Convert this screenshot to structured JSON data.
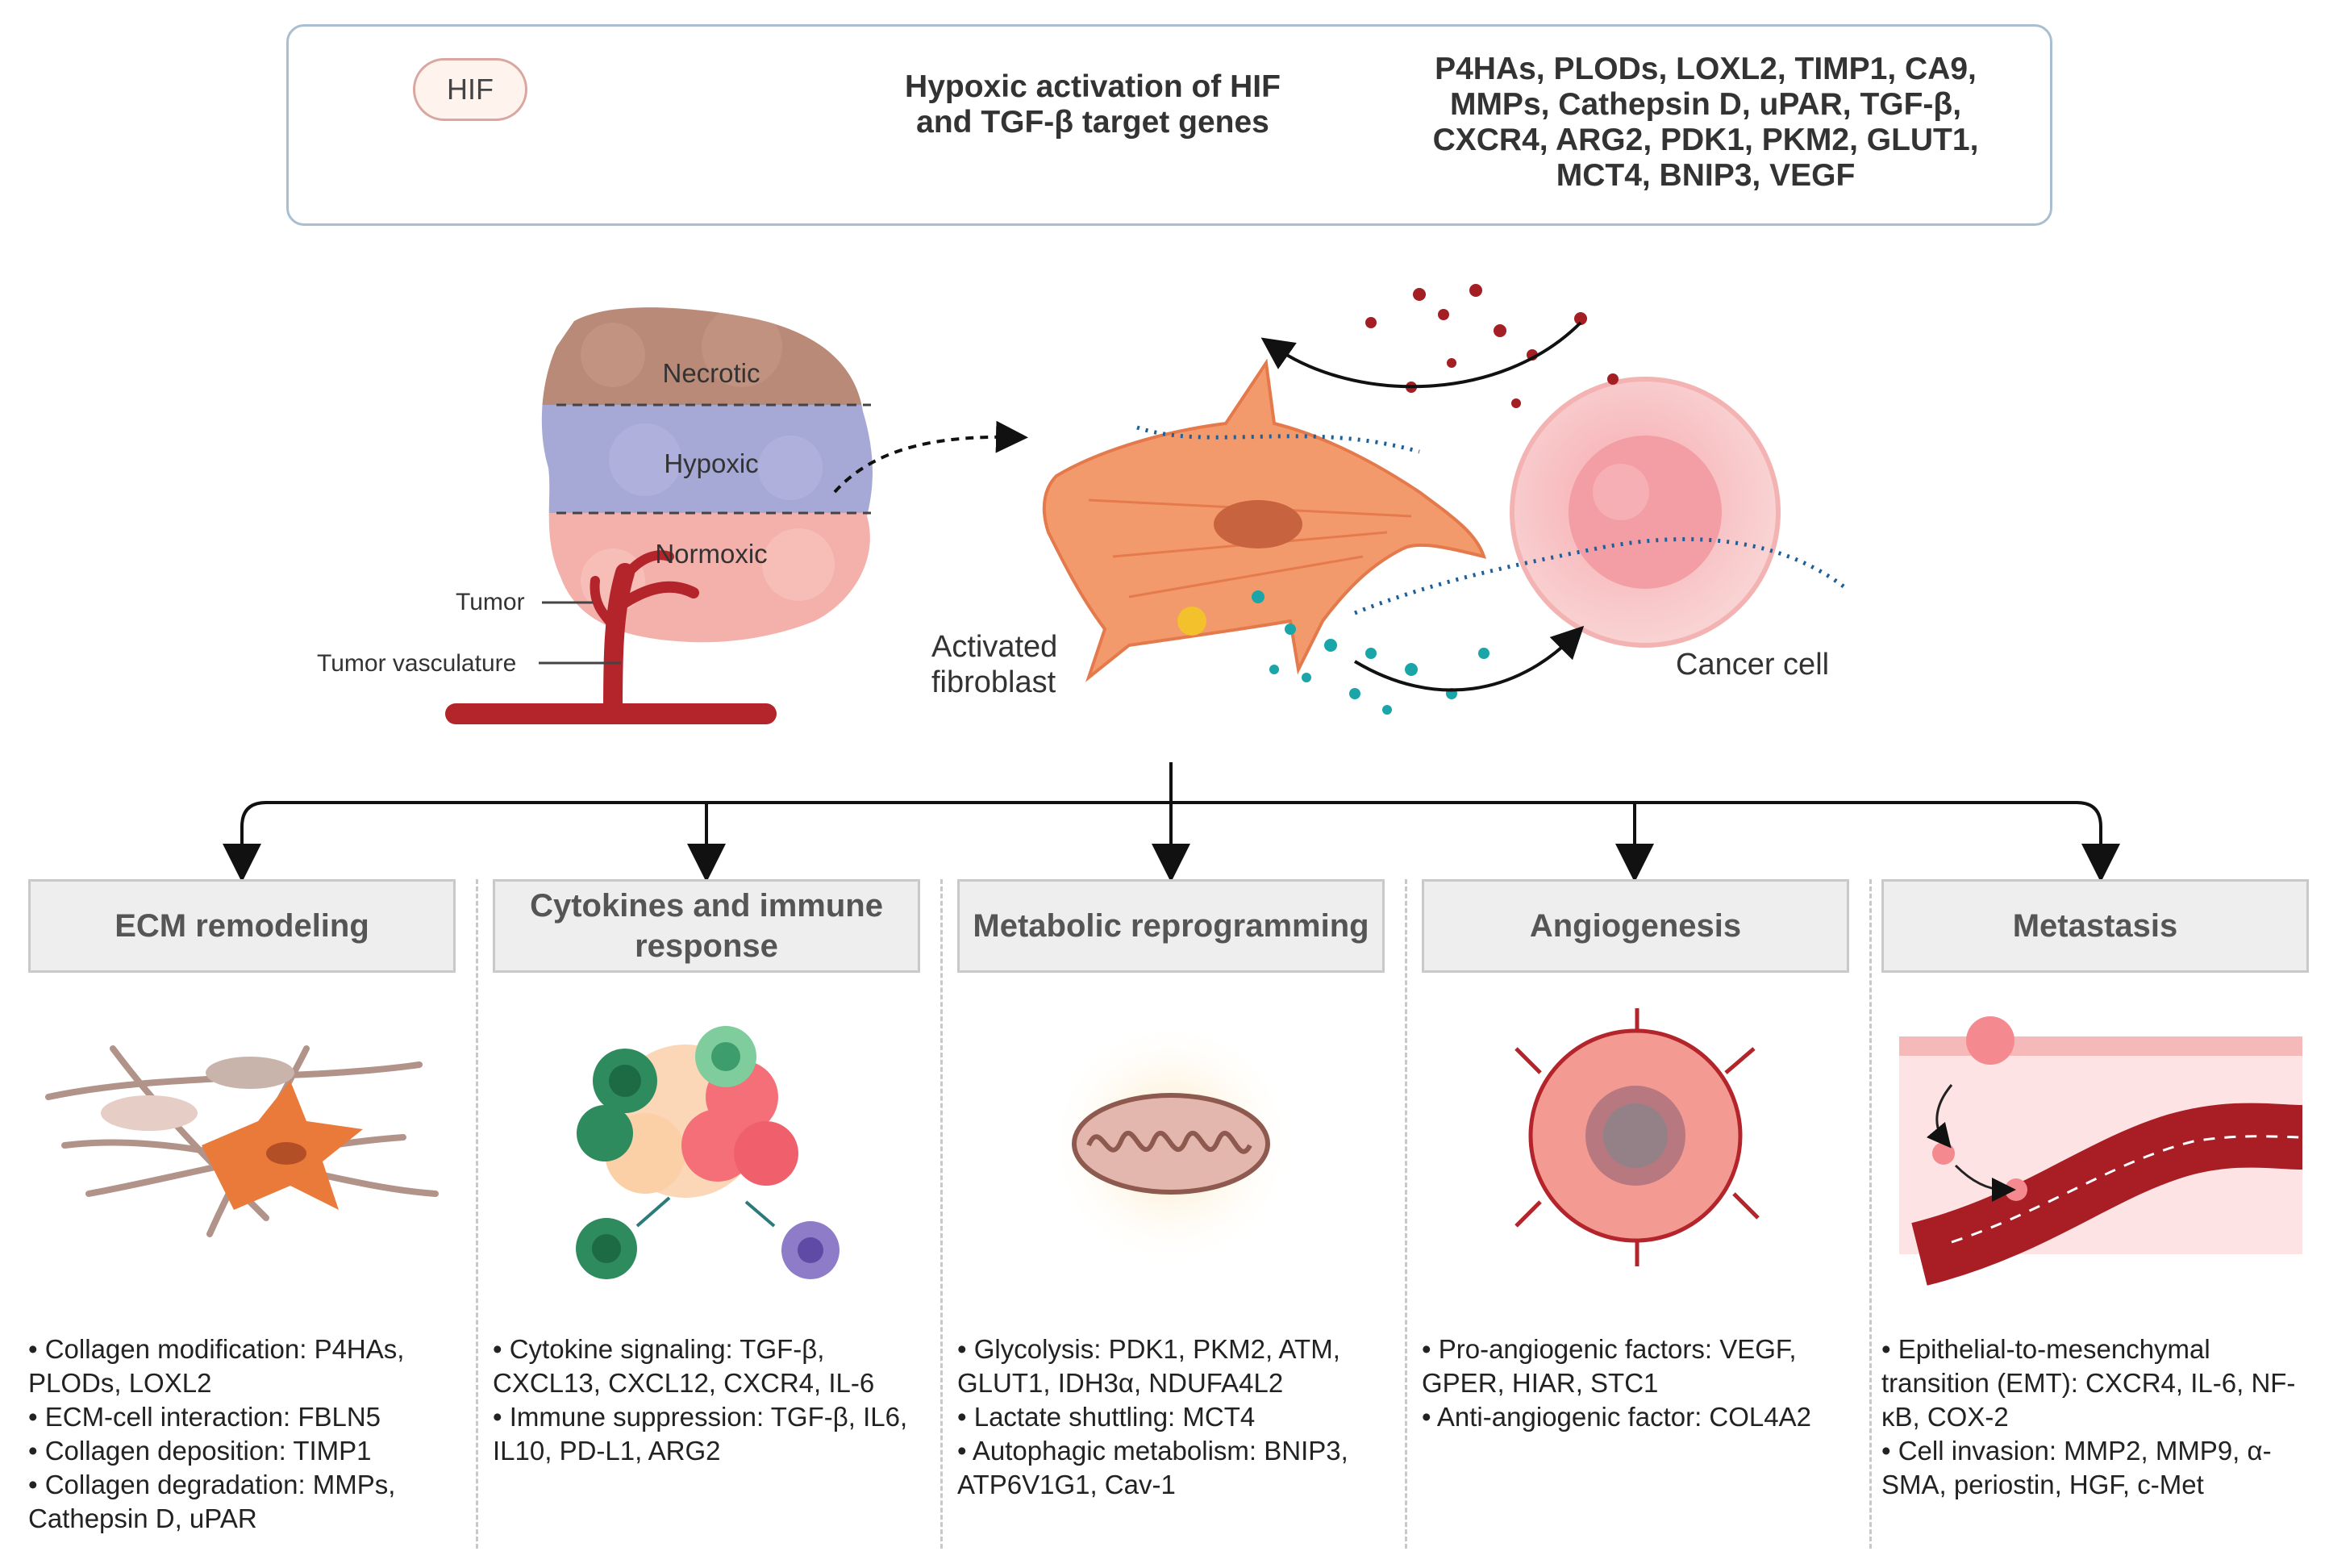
{
  "header": {
    "hif_label": "HIF",
    "activation_text": "Hypoxic activation of HIF and TGF-β target genes",
    "target_genes": "P4HAs, PLODs, LOXL2, TIMP1, CA9, MMPs, Cathepsin D, uPAR, TGF-β, CXCR4, ARG2, PDK1, PKM2, GLUT1, MCT4, BNIP3, VEGF"
  },
  "tumor": {
    "necrotic": "Necrotic",
    "hypoxic": "Hypoxic",
    "normoxic": "Normoxic",
    "tumor_label": "Tumor",
    "vasculature_label": "Tumor vasculature"
  },
  "cells": {
    "fibroblast": "Activated fibroblast",
    "cancer": "Cancer cell"
  },
  "panels": [
    {
      "title": "ECM remodeling",
      "bullets": [
        "• Collagen modification: P4HAs, PLODs, LOXL2",
        "• ECM-cell interaction: FBLN5",
        "• Collagen deposition: TIMP1",
        "• Collagen degradation: MMPs, Cathepsin D, uPAR"
      ]
    },
    {
      "title": "Cytokines and immune response",
      "bullets": [
        "• Cytokine signaling: TGF-β, CXCL13, CXCL12, CXCR4, IL-6",
        "• Immune suppression: TGF-β, IL6, IL10, PD-L1, ARG2"
      ]
    },
    {
      "title": "Metabolic reprogramming",
      "bullets": [
        "• Glycolysis: PDK1, PKM2, ATM, GLUT1, IDH3α, NDUFA4L2",
        "• Lactate shuttling: MCT4",
        "• Autophagic metabolism: BNIP3, ATP6V1G1, Cav-1"
      ]
    },
    {
      "title": "Angiogenesis",
      "bullets": [
        "• Pro-angiogenic factors: VEGF, GPER, HIAR, STC1",
        "• Anti-angiogenic factor: COL4A2"
      ]
    },
    {
      "title": "Metastasis",
      "bullets": [
        "• Epithelial-to-mesenchymal transition (EMT): CXCR4, IL-6, NF-κB, COX-2",
        "• Cell invasion: MMP2, MMP9, α-SMA, periostin, HGF, c-Met"
      ]
    }
  ],
  "colors": {
    "box_border": "#a9bfd1",
    "arrow_blue": "#1f9bd1",
    "dna": "#1e6f78",
    "necrotic": "#b98a78",
    "hypoxic": "#a6a9d6",
    "normoxic": "#f4b0aa",
    "vessel": "#b3252b",
    "fibroblast": "#f39a6c",
    "cancer_cell": "#f7b6b8"
  }
}
